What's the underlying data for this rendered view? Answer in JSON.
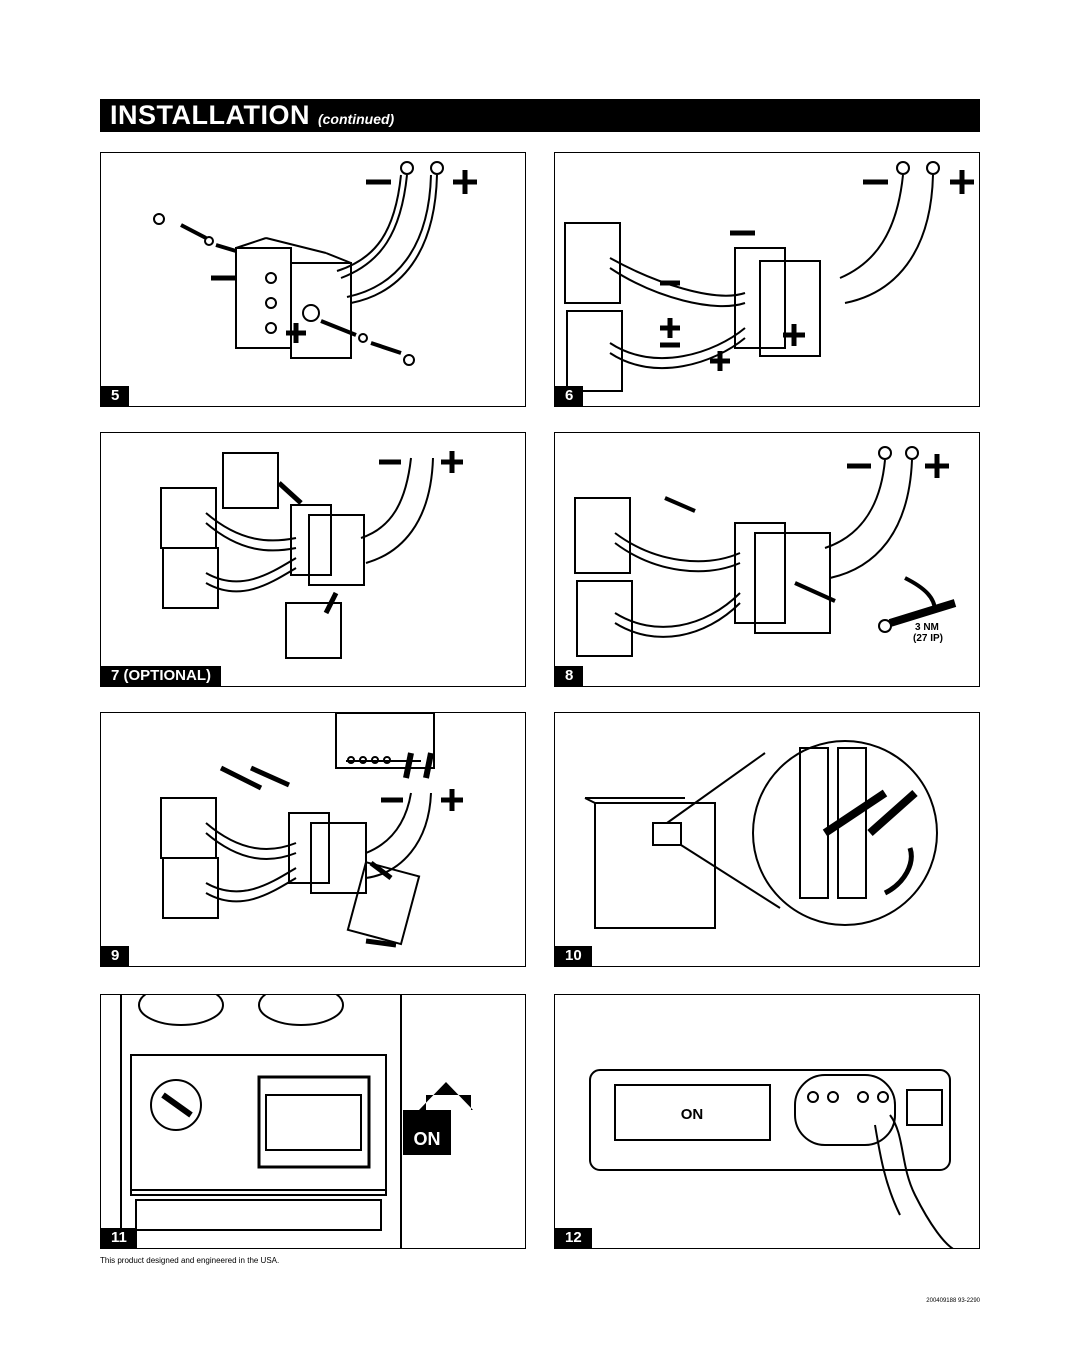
{
  "header": {
    "title": "INSTALLATION",
    "subtitle": "(continued)"
  },
  "steps": [
    {
      "number": "5"
    },
    {
      "number": "6"
    },
    {
      "number": "7 (OPTIONAL)"
    },
    {
      "number": "8",
      "torque": "3 NM",
      "torque_alt": "(27 IP)"
    },
    {
      "number": "9"
    },
    {
      "number": "10"
    },
    {
      "number": "11",
      "button": "ON"
    },
    {
      "number": "12",
      "display": "ON"
    }
  ],
  "footer": {
    "text": "This product designed and engineered in the USA.",
    "doc_number": "200409188 93-2290"
  }
}
